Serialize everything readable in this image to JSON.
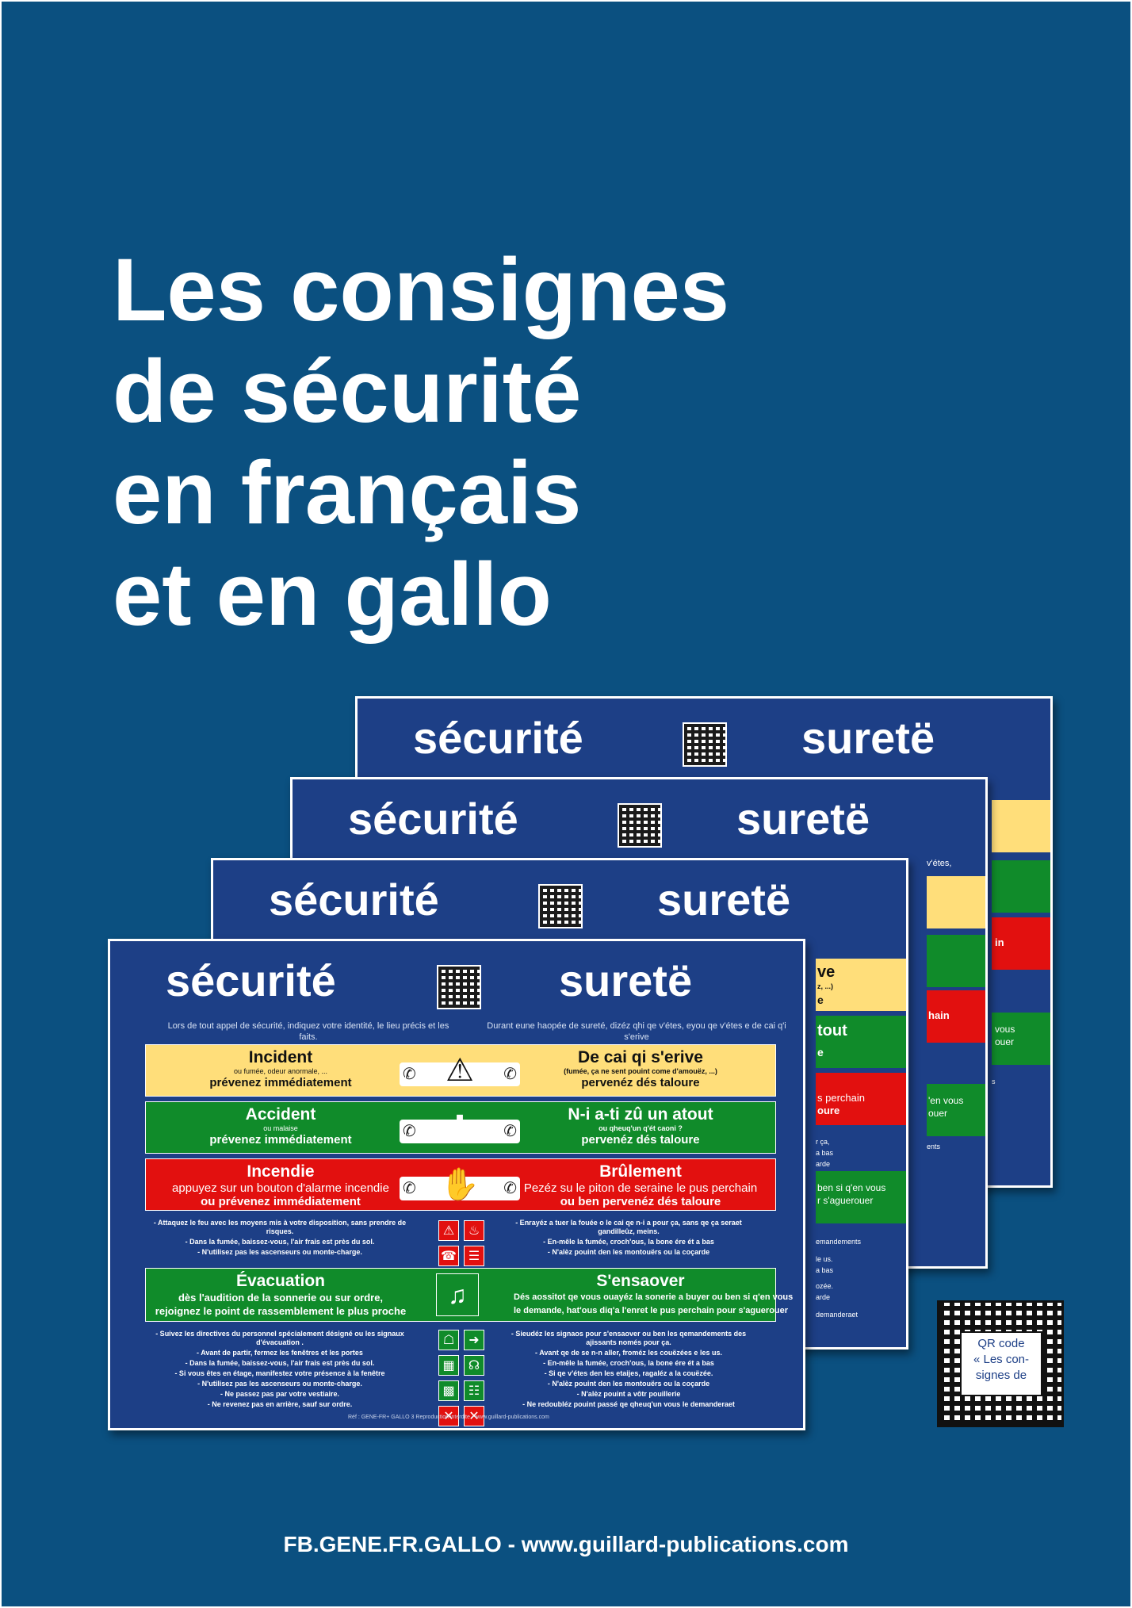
{
  "title": {
    "line1": "Les consignes",
    "line2": "de sécurité",
    "line3": "en français",
    "line4": "et en gallo"
  },
  "poster": {
    "title_left": "sécurité",
    "title_right": "suretë",
    "intro_left": "Lors de tout appel de sécurité, indiquez votre identité, le lieu précis et les faits.",
    "intro_right": "Durant eune haopée de sureté, dizéz qhi qe v'étes, eyou qe v'étes e de cai q'i s'erive",
    "rows": [
      {
        "fr_title": "Incident",
        "fr_small": "ou fumée, odeur anormale, ...",
        "fr_action": "prévenez immédiatement",
        "ga_title": "De cai qi s'erive",
        "ga_small": "(fumée, ça ne sent pouint come d'amouëz, ...)",
        "ga_action": "pervenéz dés taloure"
      },
      {
        "fr_title": "Accident",
        "fr_small": "ou malaise",
        "fr_action": "prévenez immédiatement",
        "ga_title": "N-i a-ti zû un atout",
        "ga_small": "ou qheuq'un q'ét caoni ?",
        "ga_action": "pervenéz dés taloure"
      },
      {
        "fr_title": "Incendie",
        "fr_small": "appuyez sur un bouton d'alarme incendie",
        "fr_action": "ou prévenez immédiatement",
        "ga_title": "Brûlement",
        "ga_small": "Pezéz su le piton de seraine le pus perchain",
        "ga_action": "ou ben pervenéz dés taloure"
      }
    ],
    "notes1_left": [
      "- Attaquez le feu avec les moyens mis à votre disposition, sans prendre de risques.",
      "- Dans la fumée, baissez-vous, l'air frais est près du sol.",
      "- N'utilisez pas les ascenseurs ou monte-charge."
    ],
    "notes1_right": [
      "- Enrayéz a tuer la fouée o le cai qe n-i a pour ça, sans qe ça seraet gandilleûz, meins.",
      "- En-mêle la fumée, croch'ous, la bone ére ét a bas",
      "- N'alèz pouint den les montouërs ou la coçarde"
    ],
    "evac": {
      "fr_title": "Évacuation",
      "fr_line1": "dès l'audition de la sonnerie ou sur ordre,",
      "fr_line2": "rejoignez le point de rassemblement le plus proche",
      "ga_title": "S'ensaover",
      "ga_line1": "Dés aossitot qe vous ouayéz la sonerie a buyer ou ben si q'en vous",
      "ga_line2": "le demande, hat'ous diq'a l'enret le pus perchain pour s'aguerouer"
    },
    "notes2_left": [
      "- Suivez les directives du personnel spécialement désigné ou les signaux d'évacuation .",
      "- Avant de partir, fermez les fenêtres et les portes",
      "- Dans la fumée, baissez-vous, l'air frais est près du sol.",
      "- Si vous êtes en étage, manifestez votre présence à la fenêtre",
      "- N'utilisez pas les ascenseurs ou monte-charge.",
      "- Ne passez pas par votre vestiaire.",
      "- Ne revenez pas en arrière, sauf sur ordre."
    ],
    "notes2_right": [
      "- Sieudéz les signaos pour s'ensaover ou ben les qemandements des ajissants només pour ça.",
      "- Avant qe de se n-n aller, froméz les couëzées e les us.",
      "- En-mêle la fumée, croch'ous, la bone ére ét a bas",
      "- Si qe v'étes den les etaijes, ragaléz a la couëzée.",
      "- N'alèz pouint den les montouërs ou la coçarde",
      "- N'alèz pouint a vôtr pouillerie",
      "- Ne redoubléz pouint passé qe qheuq'un vous le demanderaet"
    ],
    "ref": "Réf : GENE-FR+ GALLO 3 Reproduction interdite - www.guillard-publications.com"
  },
  "back_fragments": {
    "p2": [
      "ve",
      "z, ...)",
      "e",
      "tout",
      "e",
      "s perchain",
      "oure",
      "r ça,",
      "a bas",
      "arde",
      "ben si q'en vous",
      "r s'aguerouer",
      "emandements",
      "le us.",
      "a bas",
      "ozée.",
      "arde",
      "demanderaet"
    ],
    "p3": [
      "v'étes,",
      "hain",
      "'en vous",
      "ouer",
      "ents"
    ],
    "p4": [
      "in",
      "ouer",
      "vous",
      "s"
    ]
  },
  "qr_caption": {
    "line1": "QR code",
    "line2": "« Les con-",
    "line3": "signes de"
  },
  "footer": "FB.GENE.FR.GALLO  -  www.guillard-publications.com",
  "colors": {
    "background": "#0b5080",
    "poster": "#1d3f86",
    "yellow": "#ffde7a",
    "green": "#108b2a",
    "red": "#e2100f"
  }
}
